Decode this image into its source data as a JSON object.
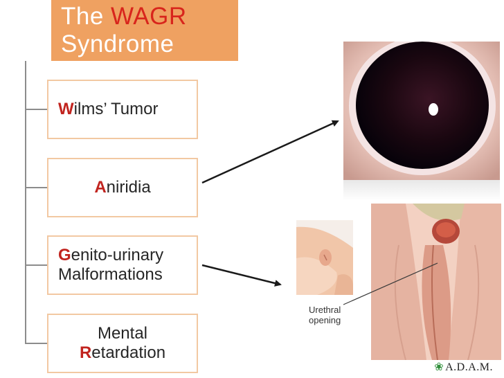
{
  "title": {
    "line1_pre": "The ",
    "line1_accent": "WAGR",
    "line2": "Syndrome"
  },
  "items": [
    {
      "initial": "W",
      "rest": "ilms’ Tumor"
    },
    {
      "initial": "A",
      "rest": "niridia"
    },
    {
      "initial": "G",
      "rest1": "enito-urinary",
      "line2": "Malformations"
    },
    {
      "line1": "Mental",
      "initial": "R",
      "rest2": "etardation"
    }
  ],
  "figure": {
    "label_line1": "Urethral",
    "label_line2": "opening"
  },
  "credit": "A.D.A.M."
}
